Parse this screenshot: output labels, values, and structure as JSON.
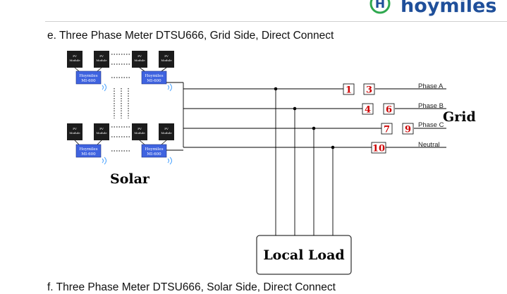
{
  "logo": {
    "brand": "hoymiles",
    "mark": "H",
    "color": "#1f4f9a",
    "mark_color": "#2fa84f"
  },
  "heading": "e.  Three Phase Meter DTSU666, Grid Side, Direct Connect",
  "next_heading": "f.  Three Phase Meter DTSU666, Solar Side, Direct Connect",
  "diagram": {
    "pv_module_line1": "PV",
    "pv_module_line2": "Module",
    "inverter_line1": "Hoymiles",
    "inverter_line2": "MI-600",
    "solar_label": "Solar",
    "grid_label": "Grid",
    "local_load_label": "Local Load",
    "phases": [
      "Phase A",
      "Phase B",
      "Phase C",
      "Neutral"
    ],
    "meter_terminals": [
      "1",
      "3",
      "4",
      "6",
      "7",
      "9",
      "10"
    ],
    "colors": {
      "inverter": "#3f63e0",
      "module": "#1c1c1c",
      "terminal_text": "#cc0000",
      "wifi": "#4aa3ff"
    }
  }
}
